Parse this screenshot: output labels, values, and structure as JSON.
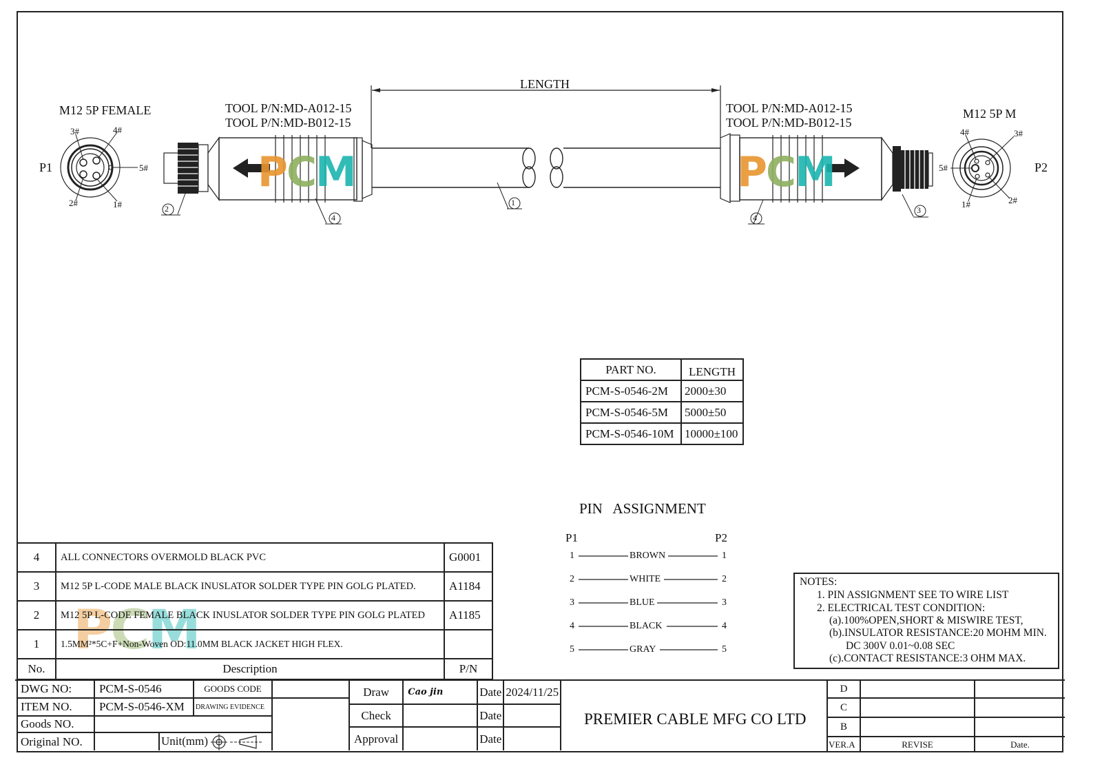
{
  "drawing": {
    "length_label": "LENGTH",
    "watermark": {
      "p": "P",
      "c": "C",
      "m": "M"
    },
    "left_connector": {
      "title": "M12 5P FEMALE",
      "port_label": "P1",
      "tool_pn": [
        "TOOL P/N:MD-A012-15",
        "TOOL P/N:MD-B012-15"
      ],
      "pins": {
        "p1": "1#",
        "p2": "2#",
        "p3": "3#",
        "p4": "4#",
        "p5": "5#"
      },
      "callouts": {
        "nut": "2",
        "overmold": "4"
      }
    },
    "right_connector": {
      "title": "M12 5P M",
      "port_label": "P2",
      "tool_pn": [
        "TOOL P/N:MD-A012-15",
        "TOOL P/N:MD-B012-15"
      ],
      "pins": {
        "p1": "1#",
        "p2": "2#",
        "p3": "3#",
        "p4": "4#",
        "p5": "5#"
      },
      "callouts": {
        "nut": "3",
        "overmold": "4"
      }
    },
    "cable_callout": "1",
    "colors": {
      "line": "#222222",
      "watermark_p": "#e8952e",
      "watermark_c": "#8fb060",
      "watermark_m": "#1bb5b0"
    }
  },
  "part_table": {
    "headers": [
      "PART NO.",
      "LENGTH"
    ],
    "rows": [
      [
        "PCM-S-0546-2M",
        "2000±30"
      ],
      [
        "PCM-S-0546-5M",
        "5000±50"
      ],
      [
        "PCM-S-0546-10M",
        "10000±100"
      ]
    ]
  },
  "pin_assignment": {
    "title": "PIN   ASSIGNMENT",
    "left_header": "P1",
    "right_header": "P2",
    "rows": [
      {
        "p1": "1",
        "color": "BROWN",
        "p2": "1"
      },
      {
        "p1": "2",
        "color": "WHITE",
        "p2": "2"
      },
      {
        "p1": "3",
        "color": "BLUE",
        "p2": "3"
      },
      {
        "p1": "4",
        "color": "BLACK",
        "p2": "4"
      },
      {
        "p1": "5",
        "color": "GRAY",
        "p2": "5"
      }
    ]
  },
  "notes": {
    "title": "NOTES:",
    "lines": [
      "1.  PIN ASSIGNMENT SEE TO WIRE LIST",
      "2.  ELECTRICAL TEST CONDITION:",
      "(a).100%OPEN,SHORT & MISWIRE TEST,",
      "(b).INSULATOR RESISTANCE:20 MOHM MIN.",
      "DC 300V 0.01~0.08 SEC",
      "(c).CONTACT RESISTANCE:3 OHM MAX."
    ]
  },
  "bom": {
    "rows": [
      {
        "no": "4",
        "desc": "ALL CONNECTORS OVERMOLD BLACK PVC",
        "pn": "G0001"
      },
      {
        "no": "3",
        "desc": "M12 5P L-CODE MALE BLACK INUSLATOR SOLDER TYPE PIN GOLG PLATED.",
        "pn": "A1184"
      },
      {
        "no": "2",
        "desc": "M12 5P L-CODE FEMALE BLACK INUSLATOR SOLDER TYPE PIN GOLG  PLATED",
        "pn": "A1185"
      },
      {
        "no": "1",
        "desc": "1.5MM²*5C+F+Non-Woven OD:11.0MM BLACK JACKET HIGH FLEX.",
        "pn": ""
      }
    ],
    "headers": {
      "no": "No.",
      "desc": "Description",
      "pn": "P/N"
    }
  },
  "title_block": {
    "dwg_no_label": "DWG NO:",
    "dwg_no": "PCM-S-0546",
    "goods_code_label": "GOODS CODE",
    "item_no_label": "ITEM NO.",
    "item_no": "PCM-S-0546-XM",
    "drawing_evidence_label": "DRAWING EVIDENCE",
    "goods_no_label": "Goods NO.",
    "original_no_label": "Original NO.",
    "unit_label": "Unit(mm)",
    "draw_label": "Draw",
    "draw_name": "Cao jin",
    "check_label": "Check",
    "approval_label": "Approval",
    "date_label": "Date",
    "draw_date": "2024/11/25",
    "company": "PREMIER CABLE MFG CO LTD",
    "revisions": {
      "d": "D",
      "c": "C",
      "b": "B",
      "ver": "VER.A",
      "revise": "REVISE",
      "date": "Date."
    }
  }
}
